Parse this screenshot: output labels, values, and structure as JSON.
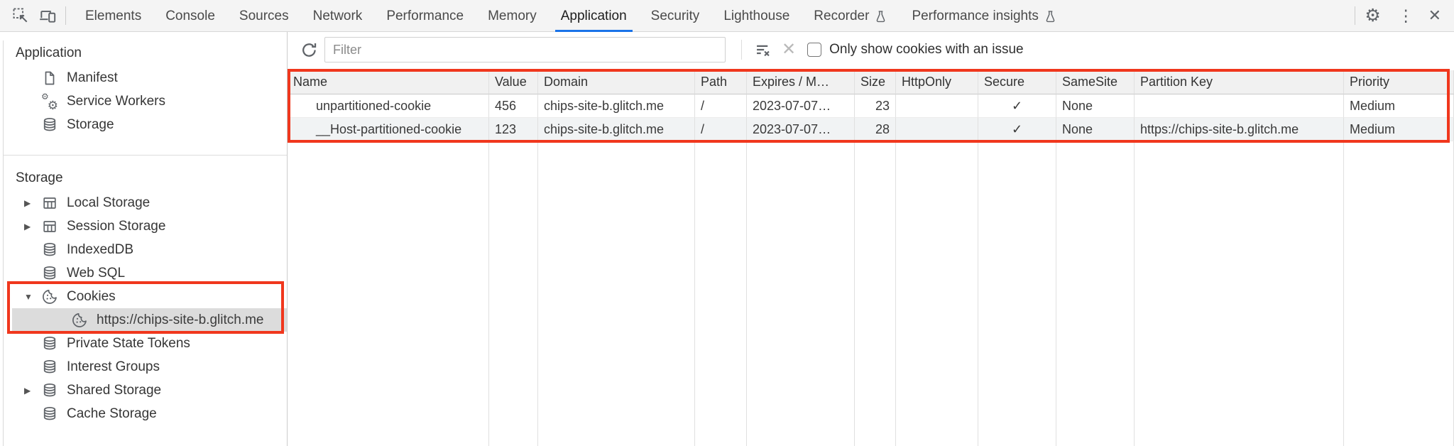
{
  "colors": {
    "accent_blue": "#1a73e8",
    "annotation_red": "#f0371d",
    "icon_gray": "#5f6368",
    "selected_item_bg": "#dcdcdc"
  },
  "tabbar": {
    "tabs": [
      {
        "label": "Elements"
      },
      {
        "label": "Console"
      },
      {
        "label": "Sources"
      },
      {
        "label": "Network"
      },
      {
        "label": "Performance"
      },
      {
        "label": "Memory"
      },
      {
        "label": "Application",
        "selected": true
      },
      {
        "label": "Security"
      },
      {
        "label": "Lighthouse"
      },
      {
        "label": "Recorder",
        "experimental": true
      },
      {
        "label": "Performance insights",
        "experimental": true
      }
    ],
    "icons": {
      "inspect": "inspect-cursor",
      "device_toolbar": "laptop-and-phone",
      "settings": "gear",
      "more": "vertical-dots",
      "close": "x"
    }
  },
  "sidebar": {
    "expander_expanded": "▼",
    "expander_collapsed": "▶",
    "sections": [
      {
        "title": "Application",
        "items": [
          {
            "label": "Manifest",
            "icon": "document-icon"
          },
          {
            "label": "Service Workers",
            "icon": "gears-icon"
          },
          {
            "label": "Storage",
            "icon": "database-icon"
          }
        ]
      },
      {
        "title": "Storage",
        "items": [
          {
            "label": "Local Storage",
            "icon": "table-icon",
            "expander": "collapsed"
          },
          {
            "label": "Session Storage",
            "icon": "table-icon",
            "expander": "collapsed"
          },
          {
            "label": "IndexedDB",
            "icon": "database-icon"
          },
          {
            "label": "Web SQL",
            "icon": "database-icon"
          },
          {
            "label": "Cookies",
            "icon": "cookie-icon",
            "expander": "expanded",
            "annotated": true
          },
          {
            "label": "https://chips-site-b.glitch.me",
            "icon": "cookie-icon",
            "child": true,
            "selected": true,
            "annotated": true
          },
          {
            "label": "Private State Tokens",
            "icon": "database-icon"
          },
          {
            "label": "Interest Groups",
            "icon": "database-icon"
          },
          {
            "label": "Shared Storage",
            "icon": "database-icon",
            "expander": "collapsed"
          },
          {
            "label": "Cache Storage",
            "icon": "database-icon"
          }
        ]
      }
    ]
  },
  "toolbar": {
    "refresh_icon": "circular-arrow",
    "clear_filter_icon": "filter-lines-with-x",
    "delete_icon_disabled": "x",
    "filter_placeholder": "Filter",
    "filter_value": "",
    "checkbox_label": "Only show cookies with an issue",
    "checkbox_checked": false
  },
  "cookie_table": {
    "columns": [
      "Name",
      "Value",
      "Domain",
      "Path",
      "Expires / M…",
      "Size",
      "HttpOnly",
      "Secure",
      "SameSite",
      "Partition Key",
      "Priority"
    ],
    "rows": [
      {
        "cells": [
          "unpartitioned-cookie",
          "456",
          "chips-site-b.glitch.me",
          "/",
          "2023-07-07…",
          "23",
          "",
          "✓",
          "None",
          "",
          "Medium"
        ]
      },
      {
        "cells": [
          "__Host-partitioned-cookie",
          "123",
          "chips-site-b.glitch.me",
          "/",
          "2023-07-07…",
          "28",
          "",
          "✓",
          "None",
          "https://chips-site-b.glitch.me",
          "Medium"
        ]
      }
    ],
    "annotated": true
  }
}
